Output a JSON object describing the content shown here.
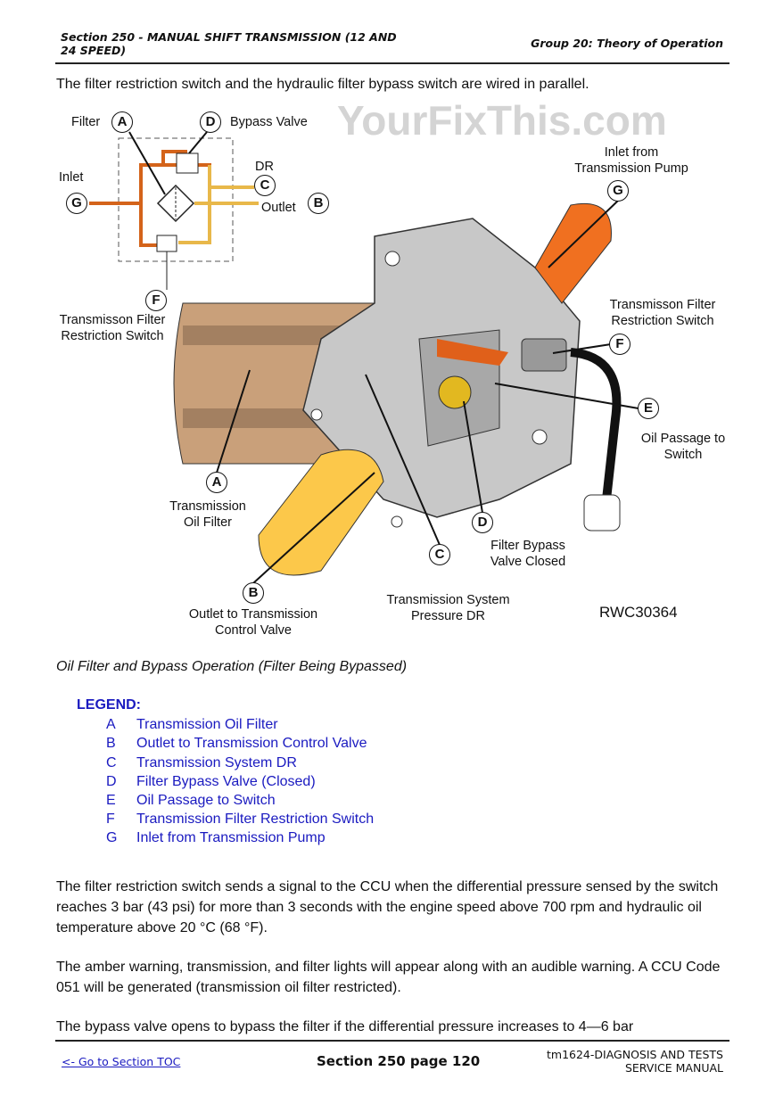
{
  "header": {
    "section": "Section 250 - MANUAL SHIFT TRANSMISSION (12 AND",
    "section_line2": "24 SPEED)",
    "group": "Group 20: Theory of Operation"
  },
  "intro": "The filter restriction switch and the hydraulic filter bypass switch are wired in parallel.",
  "figure": {
    "schematic": {
      "filter": "Filter",
      "bypass_valve": "Bypass Valve",
      "dr": "DR",
      "inlet": "Inlet",
      "outlet": "Outlet",
      "restriction_switch_1": "Transmisson Filter",
      "restriction_switch_2": "Restriction Switch"
    },
    "callouts": {
      "A": "A",
      "B": "B",
      "C": "C",
      "D": "D",
      "E": "E",
      "F": "F",
      "G": "G"
    },
    "labels": {
      "inlet_pump_1": "Inlet from",
      "inlet_pump_2": "Transmission Pump",
      "switch_1": "Transmisson Filter",
      "switch_2": "Restriction Switch",
      "oil_passage_1": "Oil Passage to",
      "oil_passage_2": "Switch",
      "oil_filter_1": "Transmission",
      "oil_filter_2": "Oil Filter",
      "bypass_1": "Filter Bypass",
      "bypass_2": "Valve Closed",
      "pressure_1": "Transmission System",
      "pressure_2": "Pressure DR",
      "outlet_1": "Outlet to Transmission",
      "outlet_2": "Control Valve"
    },
    "code": "RWC30364",
    "watermark": "YourFixThis.com",
    "caption": "Oil Filter and Bypass Operation (Filter Being Bypassed)"
  },
  "legend": {
    "title": "LEGEND:",
    "items": [
      {
        "key": "A",
        "text": "Transmission Oil Filter"
      },
      {
        "key": "B",
        "text": "Outlet to Transmission Control Valve"
      },
      {
        "key": "C",
        "text": "Transmission System DR"
      },
      {
        "key": "D",
        "text": "Filter Bypass Valve (Closed)"
      },
      {
        "key": "E",
        "text": "Oil Passage to Switch"
      },
      {
        "key": "F",
        "text": "Transmission Filter Restriction Switch"
      },
      {
        "key": "G",
        "text": "Inlet from Transmission Pump"
      }
    ]
  },
  "paragraphs": [
    "The filter restriction switch sends a signal to the CCU when the differential pressure sensed by the switch reaches 3 bar (43 psi) for more than 3 seconds with the engine speed above 700 rpm and hydraulic oil temperature above 20 °C (68 °F).",
    "The amber warning, transmission, and filter lights will appear along with an audible warning. A CCU Code 051 will be generated (transmission oil filter restricted).",
    "The bypass valve opens to bypass the filter if the differential pressure increases to 4—6 bar"
  ],
  "footer": {
    "toc_link": "<- Go to Section TOC",
    "page": "Section 250 page 120",
    "manual_1": "tm1624-DIAGNOSIS AND TESTS",
    "manual_2": "SERVICE MANUAL"
  }
}
